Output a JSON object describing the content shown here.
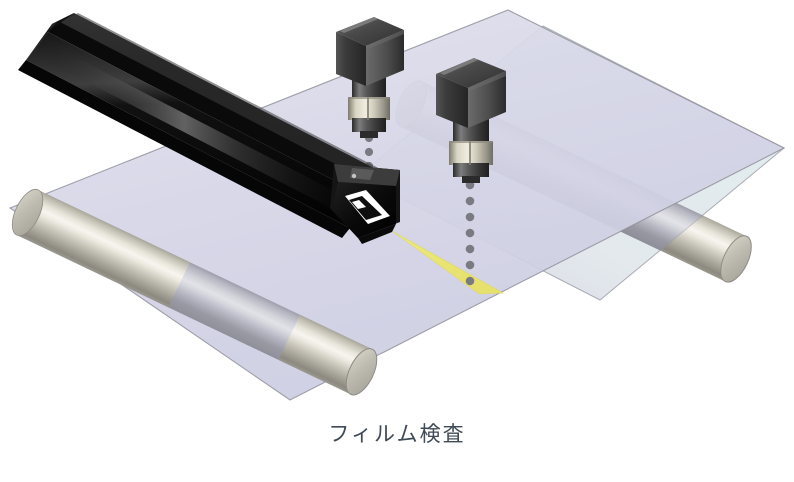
{
  "figure": {
    "caption": "フィルム検査",
    "caption_color": "#3f4a56",
    "background_color": "#ffffff",
    "title_alt": "Film Inspection"
  },
  "scene": {
    "name": "film-inspection-diagram",
    "description": "Isometric illustration of a film web inspection station with two area-scan cameras, one line light, and two conveyor rollers",
    "view": "isometric"
  },
  "film": {
    "name": "film-web",
    "label": "film",
    "upper_panel_color": "#dce9ed",
    "lower_panel_color": "#d3d3e6",
    "edge_color": "#8d8d97",
    "opacity": "translucent"
  },
  "rollers": [
    {
      "name": "roller-front-left",
      "label": "front roller",
      "body_color": "#cfccc0",
      "highlight_color": "#f4f2ea",
      "shadow_color": "#8e8c84",
      "cap_color": "#c8c5b8"
    },
    {
      "name": "roller-back-right",
      "label": "back roller",
      "body_color": "#cfccc0",
      "highlight_color": "#f4f2ea",
      "shadow_color": "#8e8c84",
      "cap_color": "#c8c5b8"
    }
  ],
  "cameras": [
    {
      "name": "camera-left",
      "label": "camera 1",
      "body_color": "#3a3a3a",
      "body_highlight": "#8f8f8f",
      "lens_color": "#4a4a4a",
      "ring_color": "#ddd9c8",
      "sight_line": "dotted",
      "sight_color": "#7a7a82"
    },
    {
      "name": "camera-right",
      "label": "camera 2",
      "body_color": "#3a3a3a",
      "body_highlight": "#8f8f8f",
      "lens_color": "#4a4a4a",
      "ring_color": "#ddd9c8",
      "sight_line": "dotted",
      "sight_color": "#7a7a82"
    }
  ],
  "line_light": {
    "name": "line-light-unit",
    "label": "line light",
    "body_color": "#0d0d0d",
    "highlight_color": "#6a6a6a",
    "emitter_face_color": "#ffffff"
  },
  "light_beam": {
    "name": "light-beam",
    "label": "projected light band",
    "color": "#ece87a",
    "edge_color": "#d9d45f"
  },
  "colors": {
    "accent_yellow": "#ece87a",
    "film_lavender": "#d3d3e6",
    "film_cyan": "#dce9ed",
    "metal_light": "#f4f2ea",
    "metal_dark": "#8e8c84",
    "dark_body": "#2f2f2f",
    "caption": "#3f4a56"
  }
}
